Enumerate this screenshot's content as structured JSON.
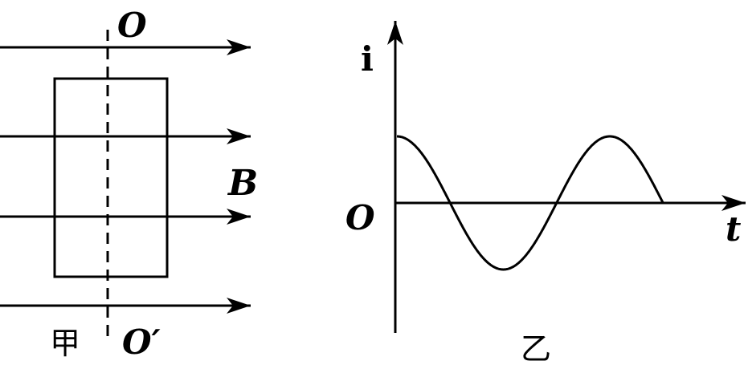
{
  "figure_a": {
    "axis_top_label": "O",
    "axis_bottom_label": "O′",
    "field_label": "B",
    "caption": "甲"
  },
  "figure_b": {
    "origin_label": "O",
    "y_axis_label": "i",
    "x_axis_label": "t",
    "caption": "乙",
    "curve": {
      "type": "cosine",
      "start_phase": "maximum",
      "periods_shown": 1.25
    }
  },
  "colors": {
    "ink": "#000000",
    "background": "#ffffff"
  }
}
